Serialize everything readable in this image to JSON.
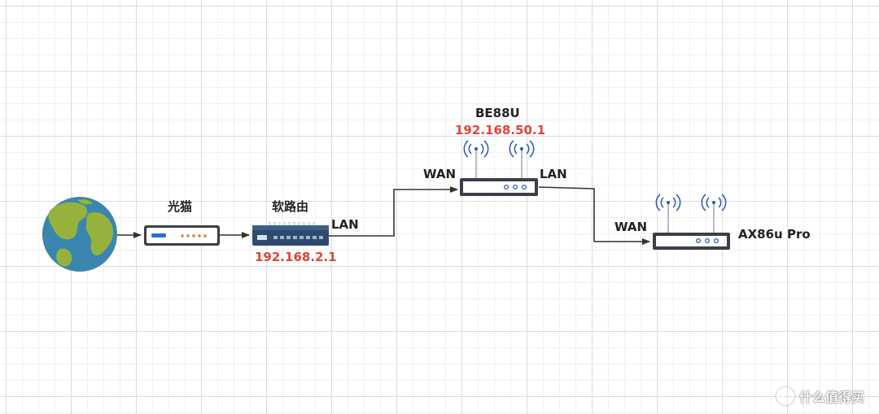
{
  "labels": {
    "modem": "光猫",
    "soft_router": "软路由",
    "soft_router_port": "LAN",
    "soft_router_ip": "192.168.2.1",
    "be88u_name": "BE88U",
    "be88u_ip": "192.168.50.1",
    "be88u_wan": "WAN",
    "be88u_lan": "LAN",
    "ax86u_wan": "WAN",
    "ax86u_name": "AX86u Pro"
  },
  "watermark": "什么值得买",
  "colors": {
    "ip": "#e0453a",
    "line": "#333333",
    "device_border": "#3a3f48",
    "wifi": "#2a5bb5",
    "earth_ocean": "#3a86b0",
    "earth_land": "#97b23c"
  }
}
